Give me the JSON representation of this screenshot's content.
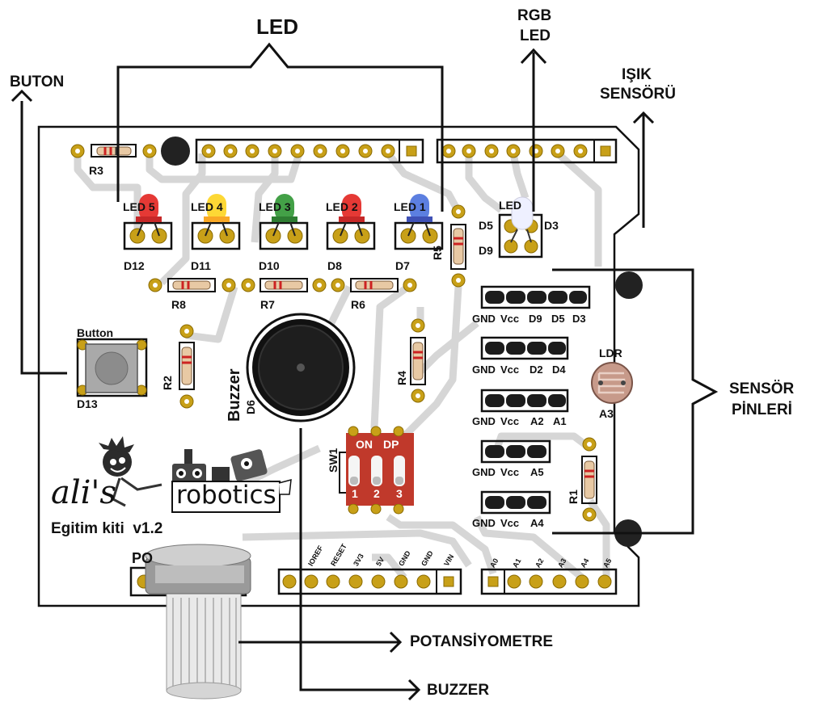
{
  "callouts": {
    "led": "LED",
    "rgb_led_1": "RGB",
    "rgb_led_2": "LED",
    "isik_sensoru_1": "IŞIK",
    "isik_sensoru_2": "SENSÖRÜ",
    "buton": "BUTON",
    "sensor_pinleri_1": "SENSÖR",
    "sensor_pinleri_2": "PİNLERİ",
    "potansiyometre": "POTANSİYOMETRE",
    "buzzer": "BUZZER"
  },
  "resistors": {
    "r1": "R1",
    "r2": "R2",
    "r3": "R3",
    "r4": "R4",
    "r5": "R5",
    "r6": "R6",
    "r7": "R7",
    "r8": "R8"
  },
  "leds": [
    {
      "label": "LED 5",
      "pin": "D12",
      "color": "#e53935"
    },
    {
      "label": "LED 4",
      "pin": "D11",
      "color": "#fdd835"
    },
    {
      "label": "LED 3",
      "pin": "D10",
      "color": "#43a047"
    },
    {
      "label": "LED 2",
      "pin": "D8",
      "color": "#e53935"
    },
    {
      "label": "LED 1",
      "pin": "D7",
      "color": "#3f63c9"
    }
  ],
  "rgb": {
    "label": "LED",
    "d5": "D5",
    "d3": "D3",
    "d9": "D9"
  },
  "button": {
    "title": "Button",
    "pin": "D13"
  },
  "buzzer": {
    "title": "Buzzer",
    "pin": "D6"
  },
  "ldr": {
    "title": "LDR",
    "pin": "A3"
  },
  "switch": {
    "name": "SW1",
    "on": "ON",
    "dp": "DP",
    "n1": "1",
    "n2": "2",
    "n3": "3"
  },
  "headers": {
    "h1": [
      "GND",
      "Vcc",
      "D9",
      "D5",
      "D3"
    ],
    "h2": [
      "GND",
      "Vcc",
      "D2",
      "D4"
    ],
    "h3": [
      "GND",
      "Vcc",
      "A2",
      "A1"
    ],
    "h4": [
      "GND",
      "Vcc",
      "A5"
    ],
    "h5": [
      "GND",
      "Vcc",
      "A4"
    ]
  },
  "power_pins": [
    "IOREF",
    "RESET",
    "3V3",
    "5V",
    "GND",
    "GND",
    "VIN"
  ],
  "analog_pins": [
    "A0",
    "A1",
    "A2",
    "A3",
    "A4",
    "A5"
  ],
  "pot_label": "PO",
  "brand": {
    "alis": "ali's",
    "robotics": "robotics",
    "kit": "Egitim kiti  v1.2"
  }
}
